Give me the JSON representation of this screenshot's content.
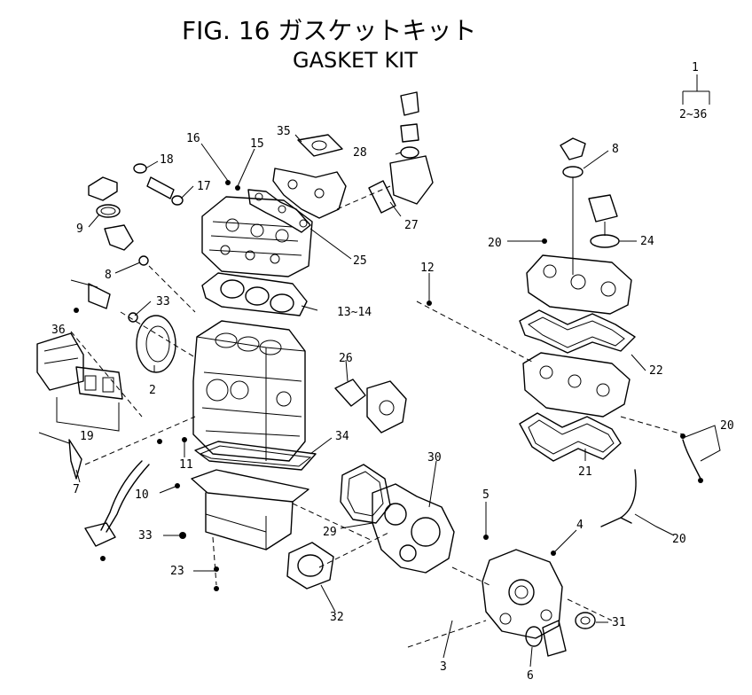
{
  "header": {
    "title_jp": "FIG. 16 ガスケットキット",
    "title_en": "GASKET KIT"
  },
  "legend": {
    "top": "1",
    "range": "2~36"
  },
  "callouts": {
    "c1": "16",
    "c2": "15",
    "c3": "18",
    "c4": "17",
    "c5": "35",
    "c6": "28",
    "c7": "8",
    "c8": "9",
    "c9": "27",
    "c10": "25",
    "c11": "8",
    "c12": "33",
    "c13": "36",
    "c14": "13~14",
    "c15": "12",
    "c16": "20",
    "c17": "24",
    "c18": "26",
    "c19": "2",
    "c20": "22",
    "c21": "19",
    "c22": "34",
    "c23": "11",
    "c24": "7",
    "c25": "10",
    "c26": "30",
    "c27": "20",
    "c28": "21",
    "c29": "5",
    "c30": "29",
    "c31": "4",
    "c32": "33",
    "c33": "20",
    "c34": "23",
    "c35": "32",
    "c36": "31",
    "c37": "3",
    "c38": "6"
  }
}
